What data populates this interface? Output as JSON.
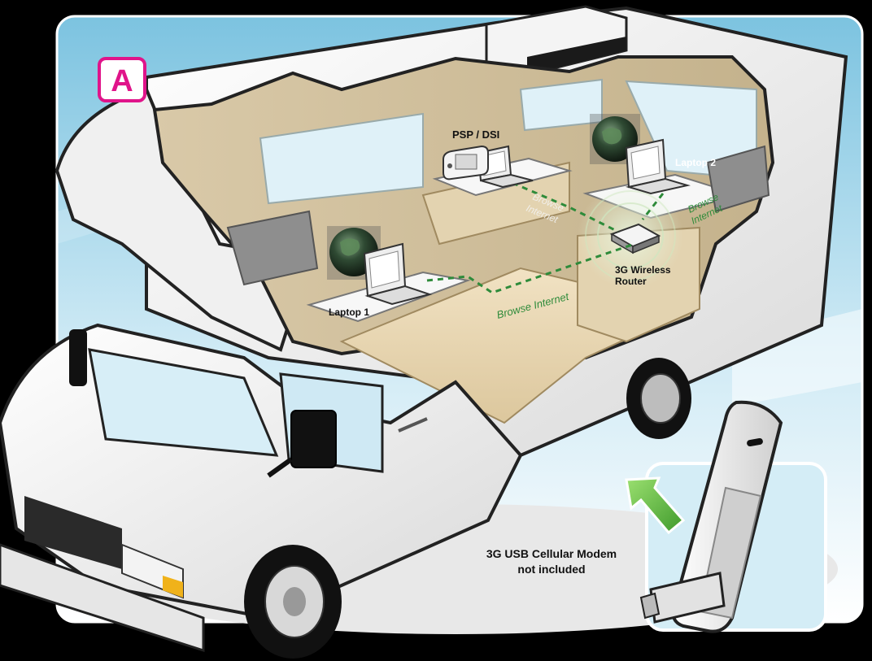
{
  "badge": {
    "letter": "A"
  },
  "labels": {
    "psp": "PSP / DSI",
    "laptop1": "Laptop 1",
    "laptop2": "Laptop 2",
    "router_line1": "3G Wireless",
    "router_line2": "Router",
    "browse_main": "Browse Internet",
    "browse_top_line1": "Browse",
    "browse_top_line2": "Internet",
    "browse_right_line1": "Browse",
    "browse_right_line2": "Internet",
    "modem_line1": "3G USB Cellular Modem",
    "modem_line2": "not included"
  },
  "colors": {
    "badge": "#e0148a",
    "link": "#2e8b3a",
    "arrow": "#6cc04a",
    "sky": "#bfe3f2"
  }
}
